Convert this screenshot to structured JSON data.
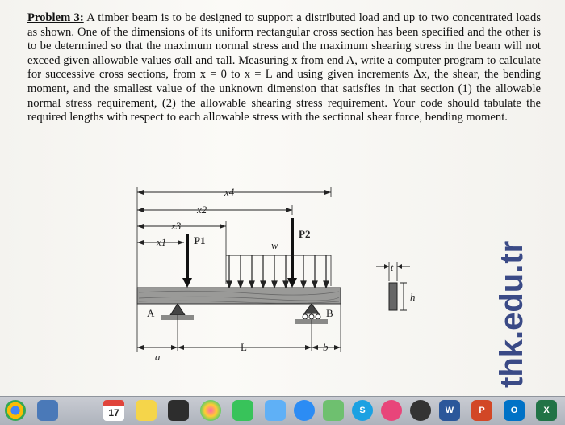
{
  "problem": {
    "heading": "Problem 3:",
    "body": "A timber beam is to be designed to support a distributed load and up to two concentrated loads as shown. One of the dimensions of its uniform rectangular cross section has been specified and the other is to be determined so that the maximum normal stress and the maximum shearing stress in the beam will not exceed given allowable values σall and τall. Measuring x from end A, write a computer program to calculate for successive cross sections, from x = 0 to x = L and using given increments Δx, the shear, the bending moment, and the smallest value of the unknown dimension that satisfies in that section (1) the allowable normal stress requirement, (2) the allowable shearing stress requirement. Your code should tabulate the required lengths with respect to each allowable stress with the sectional shear force, bending moment."
  },
  "figure": {
    "labels": {
      "x4": "x4",
      "x2": "x2",
      "x3": "x3",
      "x1": "x1",
      "p1": "P1",
      "p2": "P2",
      "w": "w",
      "a_end": "A",
      "b_support": "B",
      "dim_a": "a",
      "dim_L": "L",
      "dim_b": "b",
      "t": "t",
      "h": "h"
    }
  },
  "watermark": {
    "text": "thk.edu.tr"
  },
  "dock": {
    "calendar_day": "17",
    "apps": [
      "chrome-icon",
      "preview-icon",
      "calendar-icon",
      "notes-icon",
      "dots-icon",
      "photos-icon",
      "facetime-icon",
      "maps-icon",
      "appstore-icon",
      "skype-icon",
      "music-icon",
      "clock-icon",
      "word-icon",
      "powerpoint-icon",
      "outlook-icon",
      "excel-icon"
    ]
  }
}
